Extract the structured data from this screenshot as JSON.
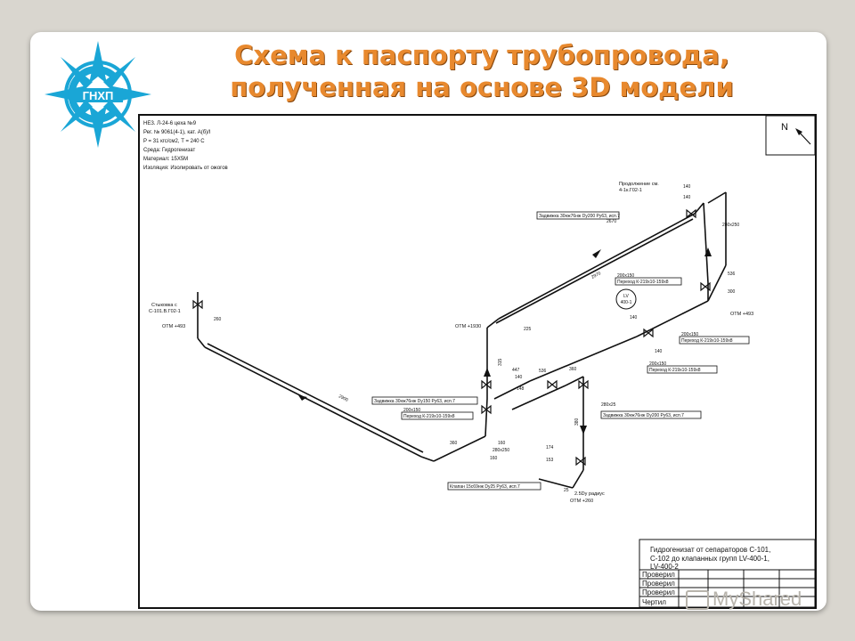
{
  "title": {
    "line1": "Схема к паспорту трубопровода,",
    "line2": "полученная на основе 3D модели"
  },
  "logo": {
    "text": "ГНХП",
    "color": "#1aa6d6"
  },
  "colors": {
    "title": "#e8892e",
    "line": "#111111",
    "background": "#ffffff"
  },
  "spec": {
    "lines": [
      "НЕЗ. Л-24-6 цеха №9",
      "Рег. № 9061(4-1),   кат. А(б)/I",
      "P = 31 кгс/см2, T = 240 C",
      "Среда: Гидрогенизат",
      "Материал: 15Х5М",
      "Изоляция: Изолировать от ожогов"
    ]
  },
  "north": "N",
  "labels": {
    "from": "Стыковка с",
    "from2": "С-101.В.Г02-1",
    "otm1": "ОТМ +493",
    "otm2": "ОТМ +1930",
    "otm3": "ОТМ +493",
    "otm4": "ОТМ +260",
    "cont": "Продолжение см.",
    "cont2": "4-1к.Г02-1",
    "lv": "LV",
    "lv2": "400-1",
    "radius": "2.5Dу радиус"
  },
  "callouts": {
    "valve1": "Задвижка 30нж76нж Dy200 Ру63, исп.7",
    "perehod1": "Переход К-219х10-159х8",
    "perehod1_size": "200х150",
    "valve2": "Задвижка 30нж76нж Dy150 Ру63, исп.7",
    "perehod2": "Переход К-219х10-159х8",
    "perehod2_size": "200х150",
    "perehod3": "Переход К-219х10-159х8",
    "perehod3_size": "200х150",
    "perehod4": "Переход К-219х10-159х8",
    "perehod4_size": "200х150",
    "valve3": "Задвижка 30нж76нж Dy200 Ру63, исп.7",
    "klapan": "Клапан 15с69нж Dy25 Ру63, исп.7"
  },
  "dimensions": [
    "260",
    "2970",
    "2900",
    "360",
    "225",
    "315",
    "447",
    "140",
    "148",
    "160",
    "160",
    "280х250",
    "536",
    "360",
    "140",
    "140",
    "140",
    "2670",
    "140",
    "280х250",
    "536",
    "300",
    "174",
    "153",
    "25",
    "380",
    "280х25"
  ],
  "titleblock": {
    "description_lines": [
      "Гидрогенизат от сепараторов С-101,",
      "С-102  до клапанных групп  LV-400-1,",
      "LV-400-2"
    ],
    "rows": [
      "Проверил",
      "Проверил",
      "Проверил",
      "Чертил"
    ]
  },
  "watermark": "MyShared"
}
